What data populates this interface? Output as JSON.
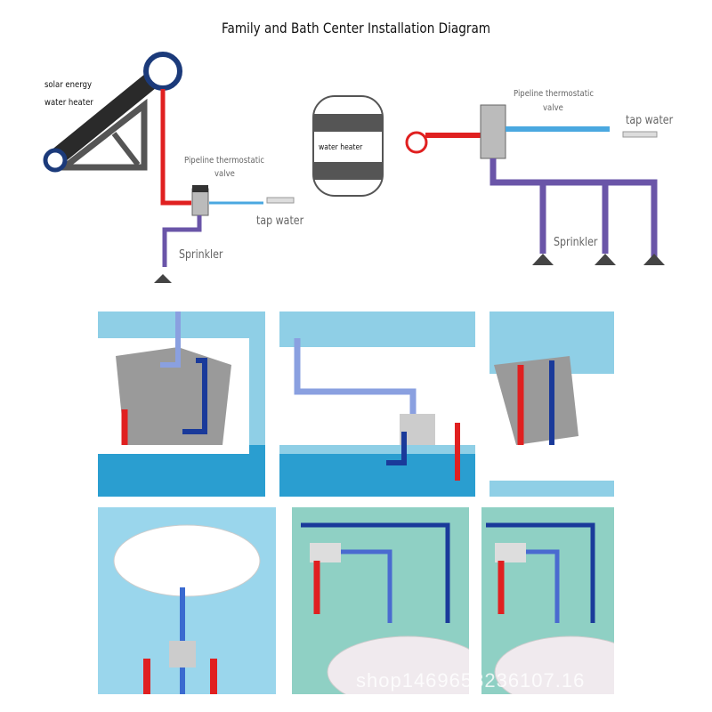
{
  "title": "Family and Bath Center Installation Diagram",
  "left_diagram": {
    "solar_label_1": "solar energy",
    "solar_label_2": "water heater",
    "valve_label_1": "Pipeline thermostatic",
    "valve_label_2": "valve",
    "tap_label": "tap water",
    "sprinkler_label": "Sprinkler"
  },
  "right_diagram": {
    "heater_label": "water heater",
    "valve_label_1": "Pipeline thermostatic",
    "valve_label_2": "valve",
    "tap_label": "tap water",
    "sprinkler_label": "Sprinkler"
  },
  "colors": {
    "hot": "#e02020",
    "cold": "#4aa8e0",
    "mixed": "#6a55a8",
    "tile": "#6fc0dc",
    "wall_tile": "#8fd0c4"
  },
  "watermark": "shop1469658236107.16"
}
